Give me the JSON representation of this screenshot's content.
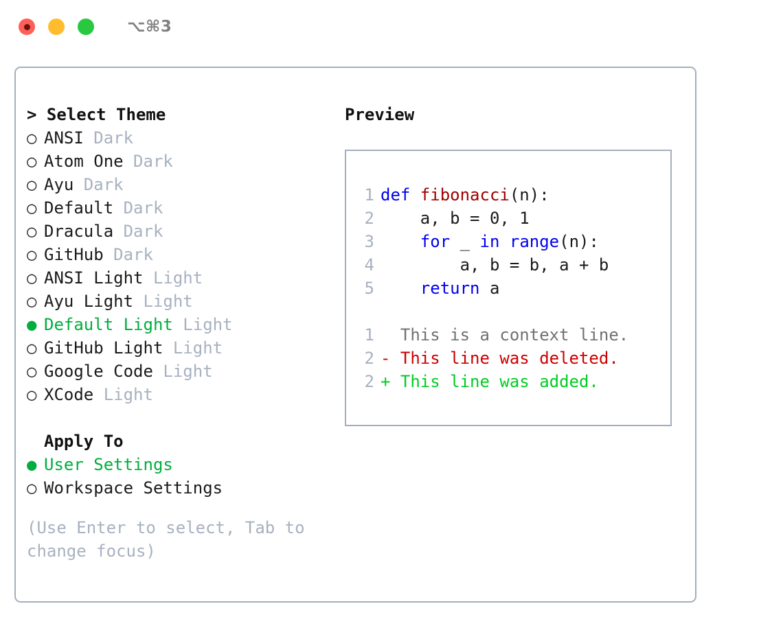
{
  "window": {
    "shortcut": "⌥⌘3",
    "traffic_lights": [
      {
        "name": "close-button",
        "color": "#ff5f57"
      },
      {
        "name": "minimize-button",
        "color": "#ffbd2e"
      },
      {
        "name": "maximize-button",
        "color": "#28c840"
      }
    ]
  },
  "theme_list": {
    "header": "> Select Theme",
    "items": [
      {
        "marker": "○",
        "name": "ANSI",
        "variant": "Dark",
        "selected": false
      },
      {
        "marker": "○",
        "name": "Atom One",
        "variant": "Dark",
        "selected": false
      },
      {
        "marker": "○",
        "name": "Ayu",
        "variant": "Dark",
        "selected": false
      },
      {
        "marker": "○",
        "name": "Default",
        "variant": "Dark",
        "selected": false
      },
      {
        "marker": "○",
        "name": "Dracula",
        "variant": "Dark",
        "selected": false
      },
      {
        "marker": "○",
        "name": "GitHub",
        "variant": "Dark",
        "selected": false
      },
      {
        "marker": "○",
        "name": "ANSI Light",
        "variant": "Light",
        "selected": false
      },
      {
        "marker": "○",
        "name": "Ayu Light",
        "variant": "Light",
        "selected": false
      },
      {
        "marker": "●",
        "name": "Default Light",
        "variant": "Light",
        "selected": true
      },
      {
        "marker": "○",
        "name": "GitHub Light",
        "variant": "Light",
        "selected": false
      },
      {
        "marker": "○",
        "name": "Google Code",
        "variant": "Light",
        "selected": false
      },
      {
        "marker": "○",
        "name": "XCode",
        "variant": "Light",
        "selected": false
      }
    ]
  },
  "apply_to": {
    "header": "Apply To",
    "options": [
      {
        "marker": "●",
        "label": "User Settings",
        "selected": true
      },
      {
        "marker": "○",
        "label": "Workspace Settings",
        "selected": false
      }
    ]
  },
  "hint": "(Use Enter to select, Tab to change focus)",
  "preview": {
    "title": "Preview",
    "code_lines": [
      {
        "num": "1",
        "tokens": [
          {
            "t": "def ",
            "c": "kw"
          },
          {
            "t": "fibonacci",
            "c": "fn"
          },
          {
            "t": "(n):",
            "c": "plain"
          }
        ]
      },
      {
        "num": "2",
        "tokens": [
          {
            "t": "    a, b = 0, 1",
            "c": "plain"
          }
        ]
      },
      {
        "num": "3",
        "tokens": [
          {
            "t": "    ",
            "c": "plain"
          },
          {
            "t": "for",
            "c": "kw"
          },
          {
            "t": " _ ",
            "c": "plain"
          },
          {
            "t": "in",
            "c": "kw"
          },
          {
            "t": " ",
            "c": "plain"
          },
          {
            "t": "range",
            "c": "kw"
          },
          {
            "t": "(n):",
            "c": "plain"
          }
        ]
      },
      {
        "num": "4",
        "tokens": [
          {
            "t": "        a, b = b, a + b",
            "c": "plain"
          }
        ]
      },
      {
        "num": "5",
        "tokens": [
          {
            "t": "    ",
            "c": "plain"
          },
          {
            "t": "return",
            "c": "kw"
          },
          {
            "t": " a",
            "c": "plain"
          }
        ]
      }
    ],
    "diff_lines": [
      {
        "num": "1",
        "text": "  This is a context line.",
        "kind": "ctx"
      },
      {
        "num": "2",
        "text": "- This line was deleted.",
        "kind": "del"
      },
      {
        "num": "2",
        "text": "+ This line was added.",
        "kind": "add"
      }
    ]
  },
  "colors": {
    "accent_green": "#00ae3d",
    "muted": "#a7b1c0",
    "border": "#a3aebd",
    "keyword_blue": "#0000ee",
    "function_red": "#a00000",
    "diff_deleted": "#cc0000",
    "diff_added": "#00cc22"
  }
}
